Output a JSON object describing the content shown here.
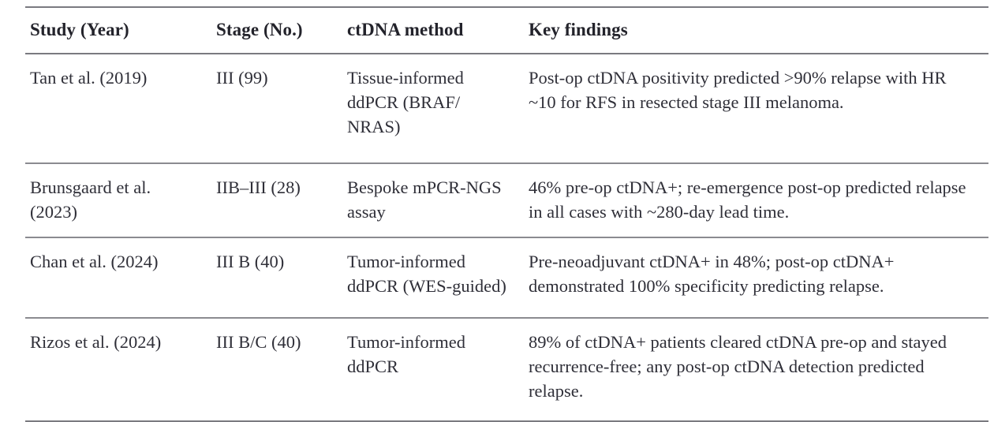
{
  "table": {
    "columns": [
      {
        "key": "study",
        "label": "Study (Year)"
      },
      {
        "key": "stage",
        "label": "Stage (No.)"
      },
      {
        "key": "method",
        "label": "ctDNA method"
      },
      {
        "key": "key",
        "label": "Key findings"
      }
    ],
    "rows": [
      {
        "study": "Tan et al. (2019)",
        "stage": "III (99)",
        "method": "Tissue-informed ddPCR (BRAF/ NRAS)",
        "key": "Post-op ctDNA positivity predicted >90% relapse with HR ~10 for RFS in resected stage III melanoma."
      },
      {
        "study": "Brunsgaard et al. (2023)",
        "stage": "IIB–III (28)",
        "method": "Bespoke mPCR-NGS assay",
        "key": "46% pre-op ctDNA+; re-emergence post-op predicted relapse in all cases with ~280-day lead time."
      },
      {
        "study": "Chan et al. (2024)",
        "stage": "III B (40)",
        "method": "Tumor-informed ddPCR (WES-guided)",
        "key": "Pre-neoadjuvant ctDNA+ in 48%; post-op ctDNA+ demonstrated 100% specificity predicting relapse."
      },
      {
        "study": "Rizos et al. (2024)",
        "stage": "III B/C (40)",
        "method": "Tumor-informed ddPCR",
        "key": "89% of ctDNA+ patients cleared ctDNA pre-op and stayed recurrence-free; any post-op ctDNA detection predicted relapse."
      }
    ],
    "colors": {
      "text": "#2f2f38",
      "header_text": "#23232b",
      "rule": "#7a7a80",
      "background": "#ffffff"
    }
  }
}
